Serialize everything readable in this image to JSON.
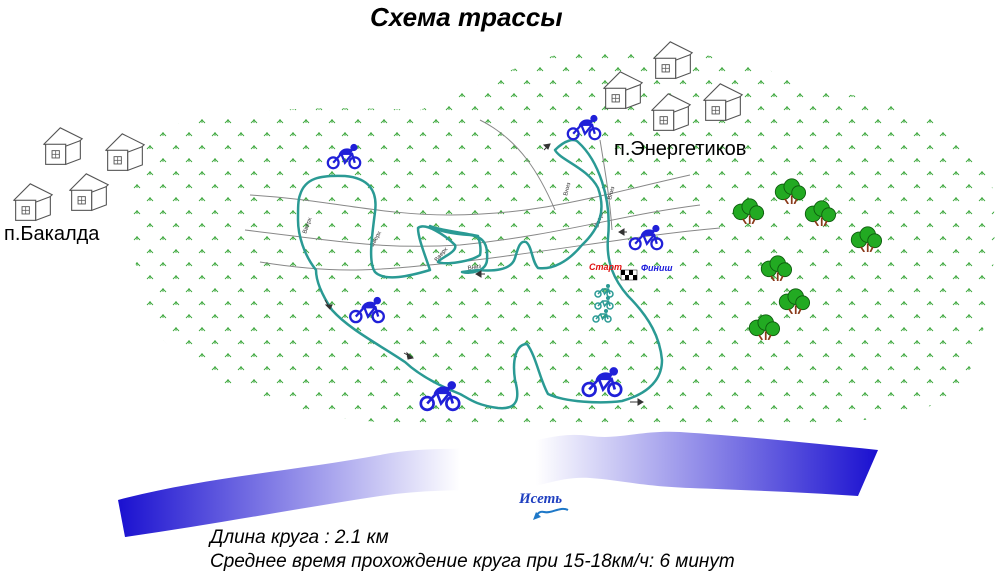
{
  "title": "Схема трассы",
  "places": {
    "bakalda": "п.Бакалда",
    "energetikov": "п.Энергетиков"
  },
  "markers": {
    "start": "Старт",
    "finish": "Финиш"
  },
  "river": "Исеть",
  "info": {
    "lap_length": "Длина круга : 2.1 км",
    "lap_time": "Среднее время прохождение круга при 15-18км/ч: 6 минут"
  },
  "road_labels": [
    "Вверх",
    "Вверх",
    "Вверх",
    "Вниз",
    "Вниз",
    "Вниз",
    "Вверх"
  ],
  "colors": {
    "track": "#2a9a94",
    "cyclist": "#2020d8",
    "grass": "#3aa63a",
    "river_dark": "#1a10d0",
    "start": "#e01010",
    "finish": "#1a1adb",
    "bush": "#22aa22"
  }
}
